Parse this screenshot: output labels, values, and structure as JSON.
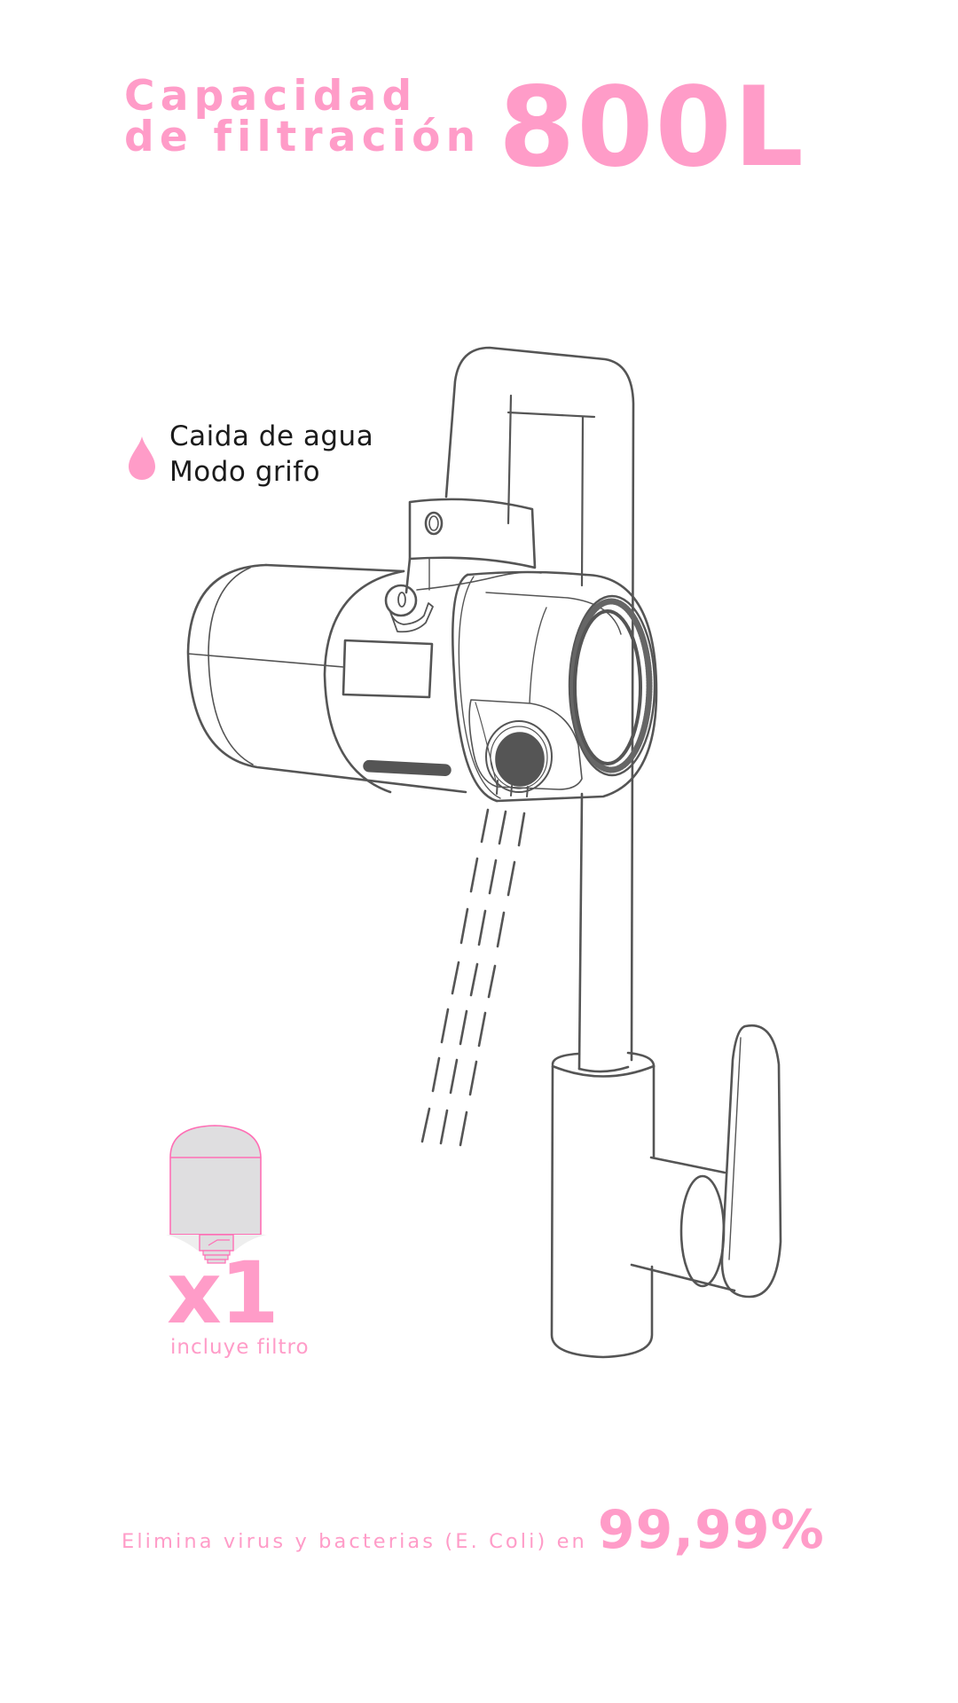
{
  "header": {
    "label_line1": "Capacidad",
    "label_line2": "de filtración",
    "capacity_value": "800L"
  },
  "mode": {
    "icon": "water-drop-icon",
    "line1": "Caida de agua",
    "line2": "Modo grifo"
  },
  "included": {
    "icon": "filter-cartridge-icon",
    "quantity": "x1",
    "label": "incluye filtro"
  },
  "footer": {
    "text": "Elimina virus y bacterias (E. Coli) en",
    "percentage": "99,99%"
  },
  "illustration": {
    "subject": "faucet-with-water-filter",
    "water_stream": "dashed-lines"
  },
  "colors": {
    "accent_pink": "#FF9CC8",
    "text_dark": "#1b1b1b",
    "line_gray": "#555555",
    "filter_fill": "#DFDEE0",
    "filter_stroke": "#FF6FB5",
    "background": "#FFFFFF"
  }
}
